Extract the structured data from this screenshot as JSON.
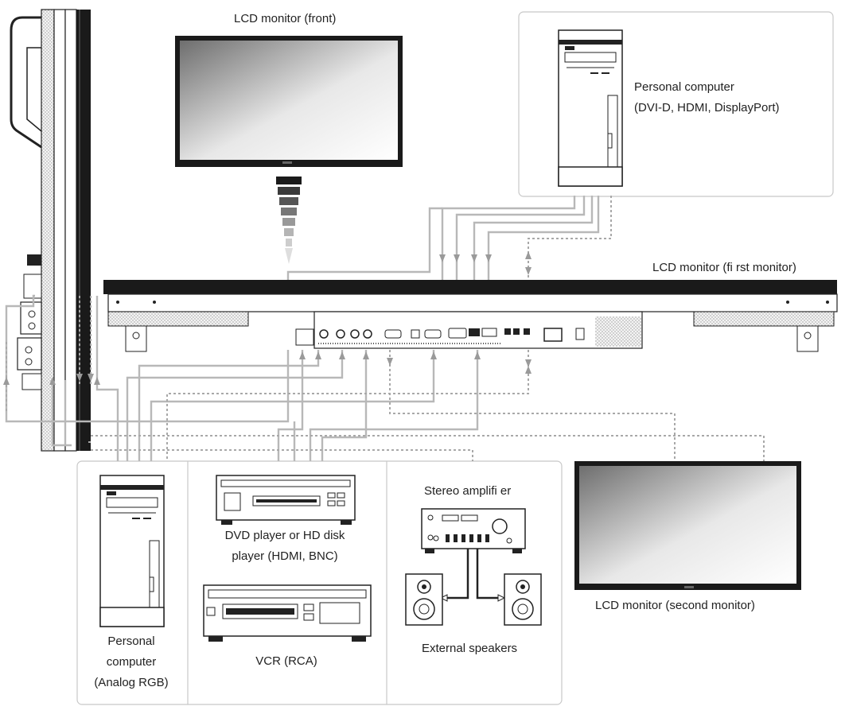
{
  "labels": {
    "lcd_front": "LCD monitor (front)",
    "pc_digital_line1": "Personal computer",
    "pc_digital_line2": "(DVI-D, HDMI, DisplayPort)",
    "lcd_first": "LCD monitor (fi rst monitor)",
    "stereo_amp": "Stereo amplifi er",
    "dvd_line1": "DVD player or HD disk",
    "dvd_line2": "player (HDMI, BNC)",
    "lcd_second": "LCD monitor (second monitor)",
    "pc_analog_line1": "Personal",
    "pc_analog_line2": "computer",
    "pc_analog_line3": "(Analog RGB)",
    "vcr": "VCR (RCA)",
    "speakers": "External speakers"
  },
  "colors": {
    "line": "#222222",
    "cable": "#b8b8b8",
    "dotted": "#a8a8a8",
    "box_border": "#c8c8c8",
    "bezel": "#1a1a1a",
    "panel": "#f2f2f2"
  }
}
